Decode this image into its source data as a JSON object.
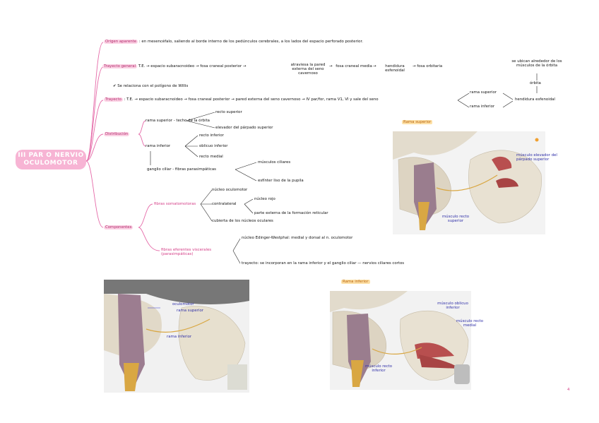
{
  "title": "III PAR O NERVIO OCULOMOTOR",
  "page_number": "4",
  "sections": {
    "origen_aparente": {
      "label": "Origen aparente",
      "text": "en mesencéfalo, saliendo al borde interno de los pedúnculos cerebrales, a los lados del espacio perforado posterior."
    },
    "trayecto_general": {
      "label": "Trayecto general",
      "steps": [
        "T.E.",
        "espacio subaracnoideo",
        "fosa craneal posterior",
        "atraviesa la pared externa del seno cavernoso",
        "fosa craneal media",
        "hendidura esfenoidal",
        "fosa orbitaria"
      ],
      "note": "Se relaciona con el polígono de Willis"
    },
    "trayecto": {
      "label": "Trayecto",
      "steps": [
        "T.E.",
        "espacio subaracnoideo",
        "fosa craneal posterior",
        "pared externa del seno cavernoso",
        "IV par/for, rama V1, VI y sale del seno"
      ],
      "branches": [
        "rama superior",
        "rama inferior"
      ],
      "exit": "hendidura esfenoidal",
      "orbita": "órbita",
      "distribucion": "se ubican alrededor de los músculos de la órbita"
    },
    "distribucion": {
      "label": "Distribución",
      "rama_superior": "rama superior - techo de la órbita",
      "rama_superior_targets": [
        "recto superior",
        "elevador del párpado superior"
      ],
      "rama_inferior": "rama inferior",
      "rama_inferior_targets": [
        "recto inferior",
        "oblicuo inferior",
        "recto medial"
      ],
      "ganglio": "ganglio ciliar - fibras parasimpáticas",
      "ganglio_targets": [
        "músculos ciliares",
        "esfínter liso de la pupila"
      ]
    },
    "componentes": {
      "label": "Componentes",
      "somatomotoras": "fibras somatomotoras",
      "somatomotoras_items": [
        "núcleo oculomotor",
        "contralateral",
        "cubierta de los núcleos oculares"
      ],
      "contralateral_targets": [
        "núcleo rojo",
        "parte externa de la formación reticular"
      ],
      "visceromotoras": "fibras eferentes viscerales (parasimpáticas)",
      "visceromotoras_items": [
        "núcleo Edinger-Westphal: medial y dorsal al n. oculomotor",
        "trayecto: se incorporan en la rama inferior y el ganglio ciliar — nervios ciliares cortos"
      ]
    }
  },
  "figures": {
    "rama_superior": {
      "caption": "Rama superior",
      "labels": [
        "músculo elevador del párpado superior",
        "músculo recto superior"
      ]
    },
    "general": {
      "labels": [
        "oculomotor",
        "rama superior",
        "rama inferior"
      ]
    },
    "rama_inferior": {
      "caption": "Rama inferior",
      "labels": [
        "músculo oblicuo inferior",
        "músculo recto medial",
        "músculo recto inferior"
      ]
    }
  },
  "colors": {
    "accent_pink": "#d43c86",
    "title_bg": "#f7b4d4",
    "label_blue": "#2f2fa8",
    "caption_orange": "#fde0a6"
  }
}
